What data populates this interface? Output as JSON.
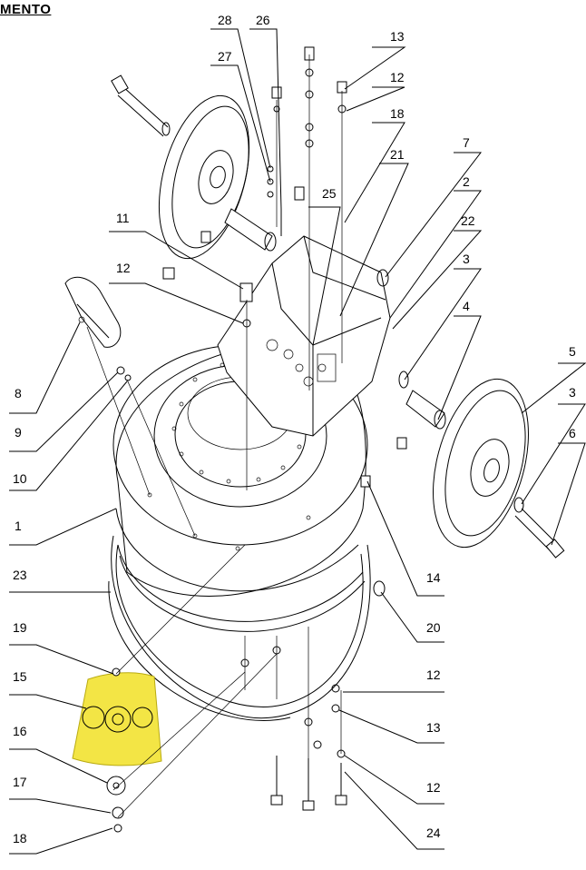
{
  "header": {
    "title": "MENTO"
  },
  "highlight": {
    "part": "15",
    "color": "#f3e545"
  },
  "labels": {
    "l28": "28",
    "l26": "26",
    "l27": "27",
    "l13a": "13",
    "l12a": "12",
    "l18a": "18",
    "l7": "7",
    "l21": "21",
    "l2": "2",
    "l25": "25",
    "l22": "22",
    "l11": "11",
    "l3a": "3",
    "l12b": "12",
    "l4": "4",
    "l5": "5",
    "l3b": "3",
    "l6": "6",
    "l8": "8",
    "l9": "9",
    "l10": "10",
    "l1": "1",
    "l23": "23",
    "l14": "14",
    "l20": "20",
    "l19": "19",
    "l15": "15",
    "l12c": "12",
    "l13b": "13",
    "l16": "16",
    "l17": "17",
    "l12d": "12",
    "l18b": "18",
    "l24": "24"
  }
}
